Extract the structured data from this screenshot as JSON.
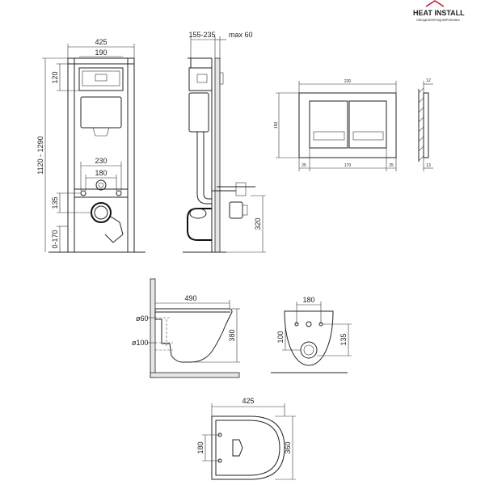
{
  "brand": {
    "name": "HEAT INSTALL",
    "tagline": "ОБЛАДНАННЯ ВІД ВИРОБНИКА",
    "color": "#c8102e"
  },
  "frame_front": {
    "width": "425",
    "top_width": "190",
    "top_height": "120",
    "height": "1120 - 1290",
    "holes_outer": "230",
    "holes_inner": "180",
    "drain_height": "135",
    "floor_adjust": "0-170"
  },
  "frame_side": {
    "depth": "155-235",
    "wall_max": "max 60",
    "drain_height": "320"
  },
  "flush_plate": {
    "width": "220",
    "height": "150",
    "margin_left": "25",
    "inner_width": "170",
    "margin_right": "25",
    "thickness_top": "12",
    "thickness_bottom": "13"
  },
  "toilet_side": {
    "length": "490",
    "inlet_diameter": "ø60",
    "outlet_diameter": "ø100",
    "height": "380"
  },
  "toilet_back": {
    "holes_distance": "180",
    "inlet_height": "100",
    "outlet_height": "135"
  },
  "toilet_top": {
    "width": "425",
    "holes_distance": "180",
    "depth": "360"
  }
}
